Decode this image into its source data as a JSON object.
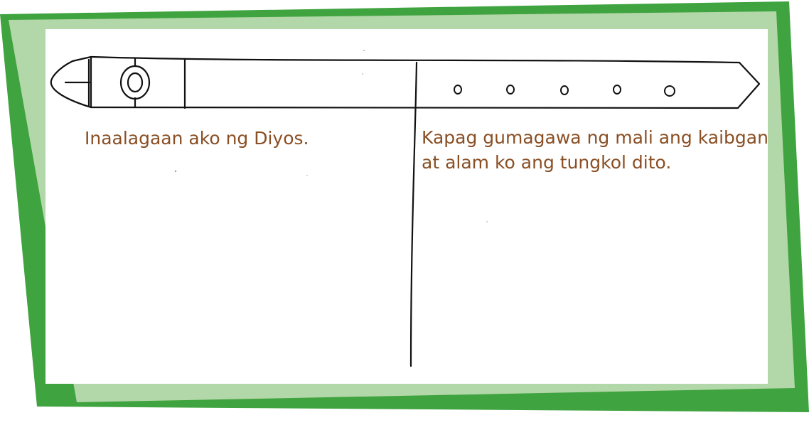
{
  "colors": {
    "frame_dark_green": "#3fa33f",
    "frame_light_green": "#b2d7a8",
    "caption_brown": "#8a4f24",
    "ink": "#111111"
  },
  "belt": {
    "hole_count": 5
  },
  "captions": {
    "left": "Inaalagaan ako ng Diyos.",
    "right_line1": "Kapag gumagawa ng mali ang kaibgan",
    "right_line2": "at alam ko ang tungkol dito."
  }
}
